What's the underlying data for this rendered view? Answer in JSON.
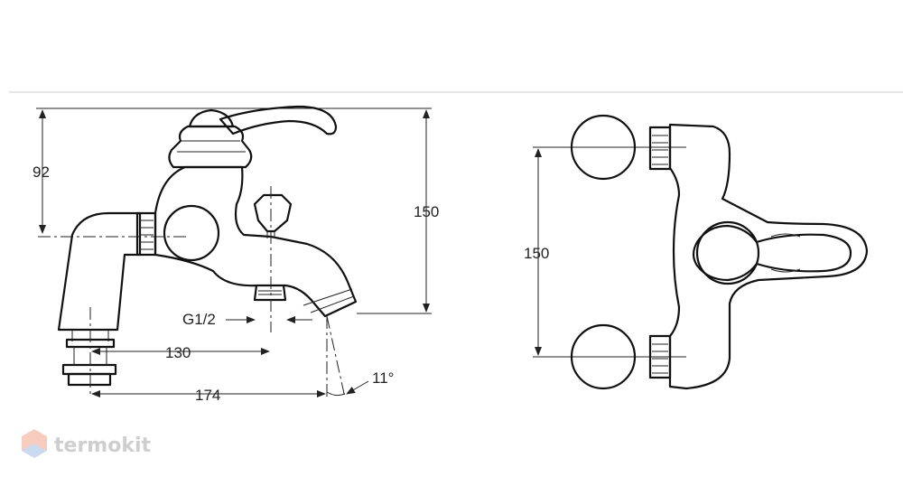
{
  "dimensions": {
    "height_to_spout": "92",
    "side_height": "150",
    "front_spacing": "150",
    "outlet_reach": "130",
    "total_reach": "174",
    "thread": "G1/2",
    "angle": "11°"
  },
  "watermark": {
    "brand": "termokit"
  }
}
